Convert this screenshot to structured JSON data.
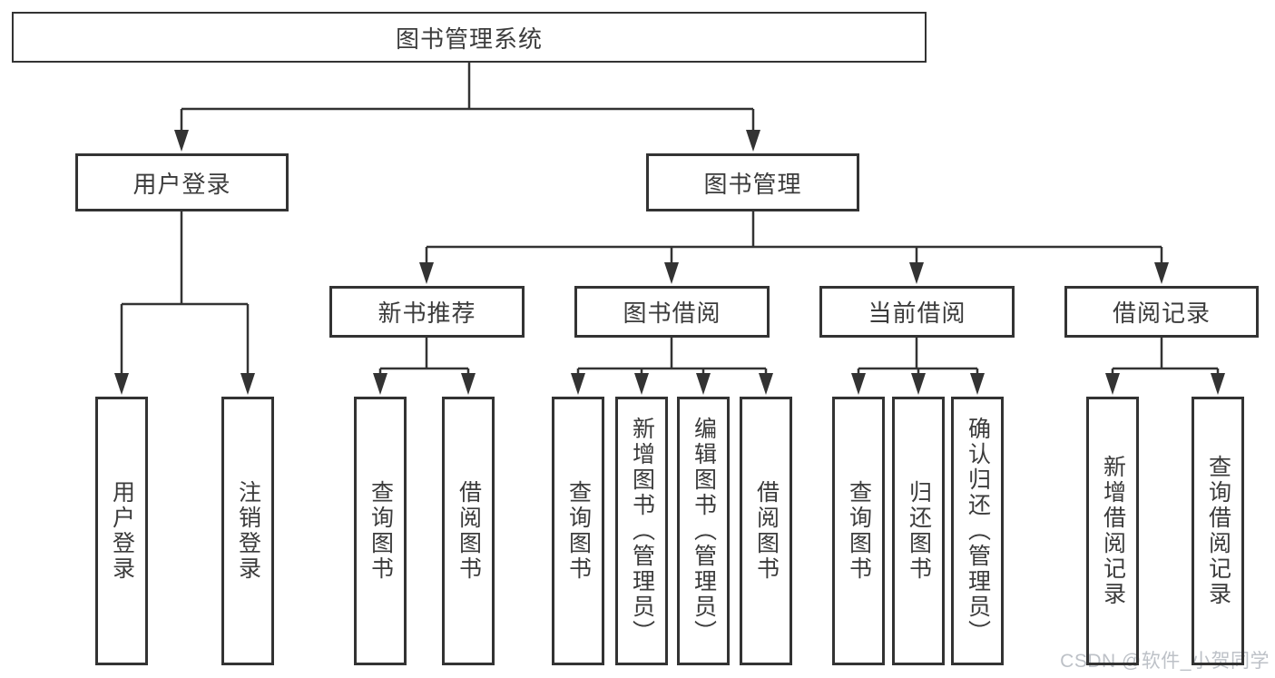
{
  "diagram_title": "图书管理系统",
  "watermark": "CSDN @软件_小贺同学",
  "colors": {
    "line": "#333333",
    "text": "#3b3b3b",
    "watermark": "#bdc1c7",
    "background": "#ffffff"
  },
  "nodes": {
    "root": {
      "label": "图书管理系统"
    },
    "user_login": {
      "label": "用户登录"
    },
    "book_mgmt": {
      "label": "图书管理"
    },
    "new_book_rec": {
      "label": "新书推荐"
    },
    "book_borrow": {
      "label": "图书借阅"
    },
    "current_borrow": {
      "label": "当前借阅"
    },
    "borrow_records": {
      "label": "借阅记录"
    },
    "ul_user_login": {
      "label": "用户登录"
    },
    "ul_logout": {
      "label": "注销登录"
    },
    "nb_query_books": {
      "label": "查询图书"
    },
    "nb_borrow_books": {
      "label": "借阅图书"
    },
    "bb_query_books": {
      "label": "查询图书"
    },
    "bb_add_books": {
      "label": "新增图书（管理员）"
    },
    "bb_edit_books": {
      "label": "编辑图书（管理员）"
    },
    "bb_borrow_books": {
      "label": "借阅图书"
    },
    "cb_query_books": {
      "label": "查询图书"
    },
    "cb_return_books": {
      "label": "归还图书"
    },
    "cb_confirm_return": {
      "label": "确认归还（管理员）"
    },
    "br_add_record": {
      "label": "新增借阅记录"
    },
    "br_query_record": {
      "label": "查询借阅记录"
    }
  },
  "hierarchy": {
    "图书管理系统": {
      "用户登录": [
        "用户登录",
        "注销登录"
      ],
      "图书管理": {
        "新书推荐": [
          "查询图书",
          "借阅图书"
        ],
        "图书借阅": [
          "查询图书",
          "新增图书（管理员）",
          "编辑图书（管理员）",
          "借阅图书"
        ],
        "当前借阅": [
          "查询图书",
          "归还图书",
          "确认归还（管理员）"
        ],
        "借阅记录": [
          "新增借阅记录",
          "查询借阅记录"
        ]
      }
    }
  }
}
